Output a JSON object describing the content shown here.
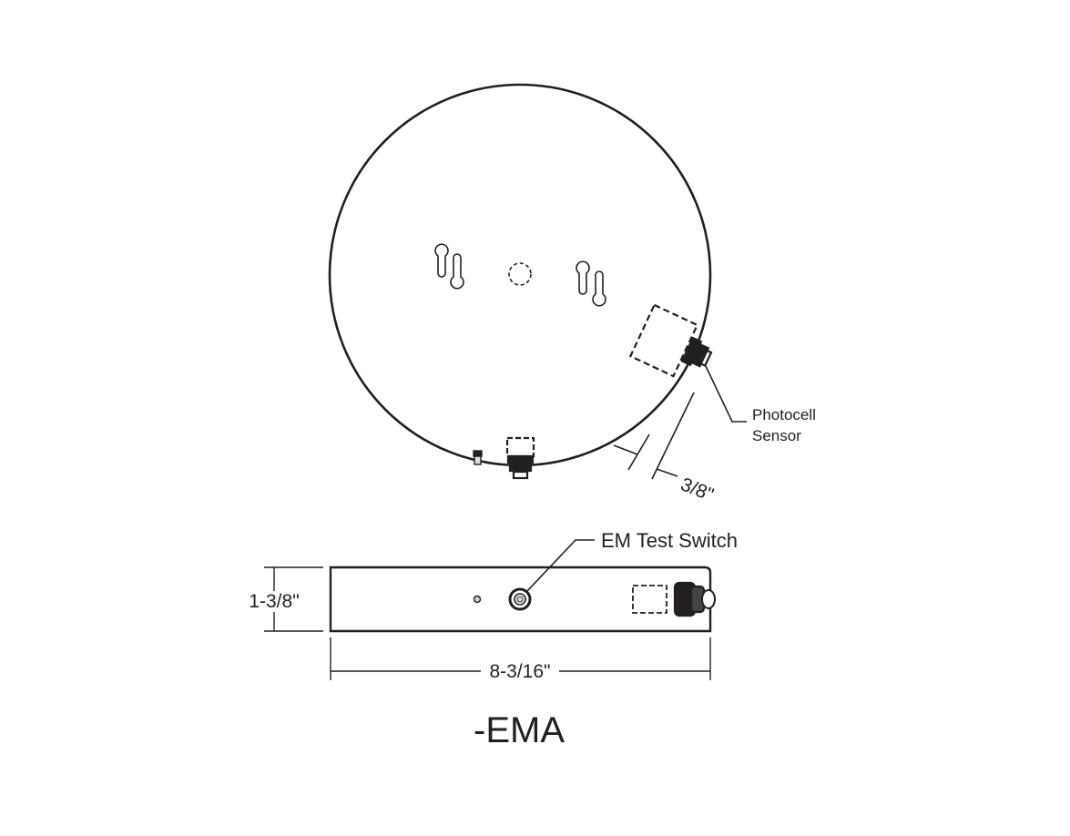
{
  "labels": {
    "photocell_line1": "Photocell",
    "photocell_line2": "Sensor",
    "offset_dim": "3/8\"",
    "test_switch": "EM Test Switch",
    "height_dim": "1-3/8\"",
    "width_dim": "8-3/16\"",
    "model": "-EMA"
  },
  "colors": {
    "line": "#231f20",
    "background": "#ffffff"
  }
}
